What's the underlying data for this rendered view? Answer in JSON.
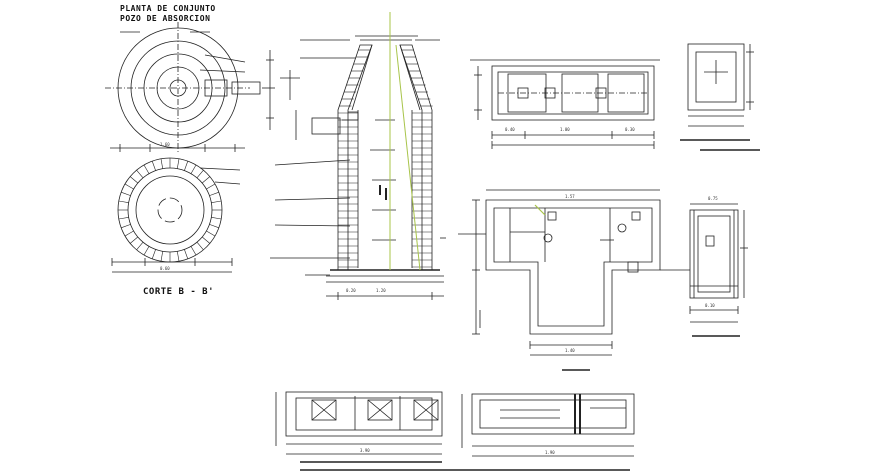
{
  "drawing": {
    "title_line1": "PLANTA DE CONJUNTO",
    "title_line2": "POZO DE ABSORCION",
    "section_label": "CORTE B - B'",
    "dim_labels": [
      "1.60",
      "0.60",
      "1.20",
      "0.20",
      "1.00",
      "0.40",
      "0.30",
      "1.40",
      "0.10",
      "0.75",
      "1.57",
      "3.90",
      "1.90"
    ]
  }
}
